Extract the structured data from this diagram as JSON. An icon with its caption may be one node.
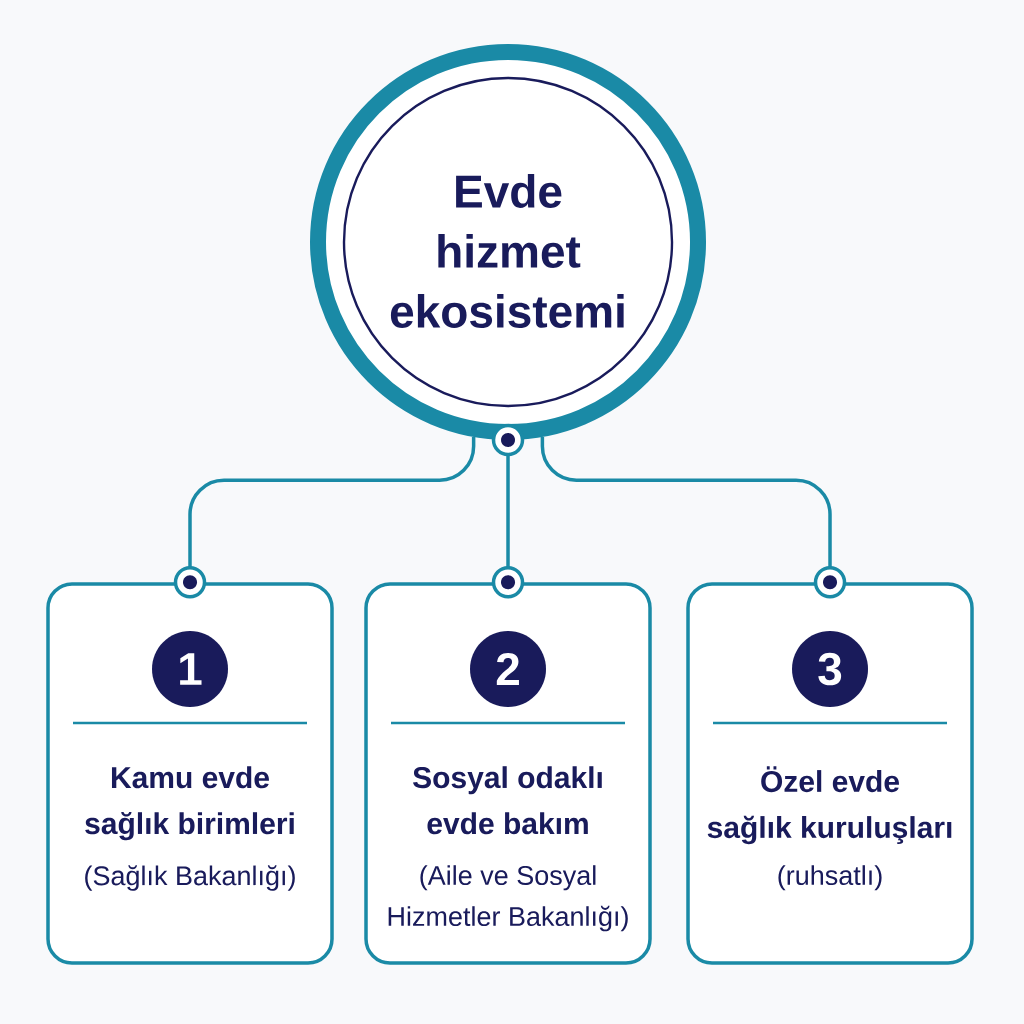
{
  "diagram": {
    "nodes": [
      {
        "text": [
          "Evde hizmet ekosistemi"
        ]
      },
      {
        "text": [
          "1",
          "Kamu evde sağlık birimleri",
          "(Sağlık Bakanlığı)"
        ]
      },
      {
        "text": [
          "2",
          "Sosyal odaklı evde bakım",
          "(Aile ve Sosyal Hizmetler Bakanlığı)"
        ]
      },
      {
        "text": [
          "3",
          "Özel evde sağlık kuruluşları",
          "(ruhsatlı)"
        ]
      }
    ],
    "edges": [
      {
        "from": 0,
        "to": 1,
        "arrow": "other"
      },
      {
        "from": 0,
        "to": 2,
        "arrow": "other"
      },
      {
        "from": 0,
        "to": 3,
        "arrow": "other"
      }
    ]
  }
}
